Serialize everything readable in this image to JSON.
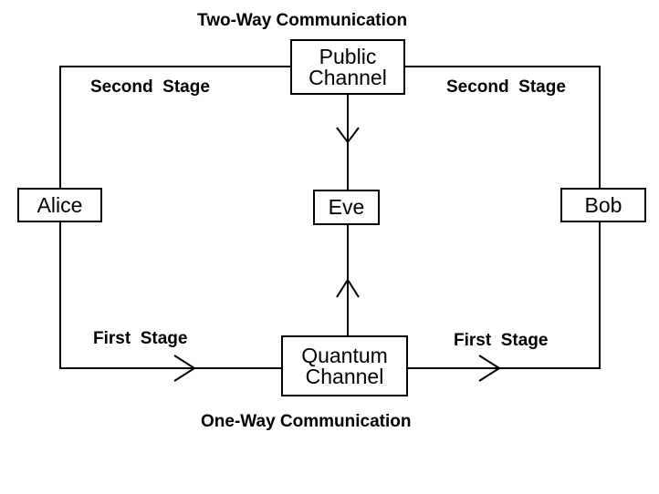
{
  "top_caption": "Two-Way Communication",
  "bottom_caption": "One-Way Communication",
  "nodes": {
    "alice": "Alice",
    "bob": "Bob",
    "eve": "Eve",
    "public_channel": [
      "Public",
      "Channel"
    ],
    "quantum_channel": [
      "Quantum",
      "Channel"
    ]
  },
  "stages": {
    "second_left": "Second  Stage",
    "second_right": "Second  Stage",
    "first_left": "First  Stage",
    "first_right": "First  Stage"
  }
}
